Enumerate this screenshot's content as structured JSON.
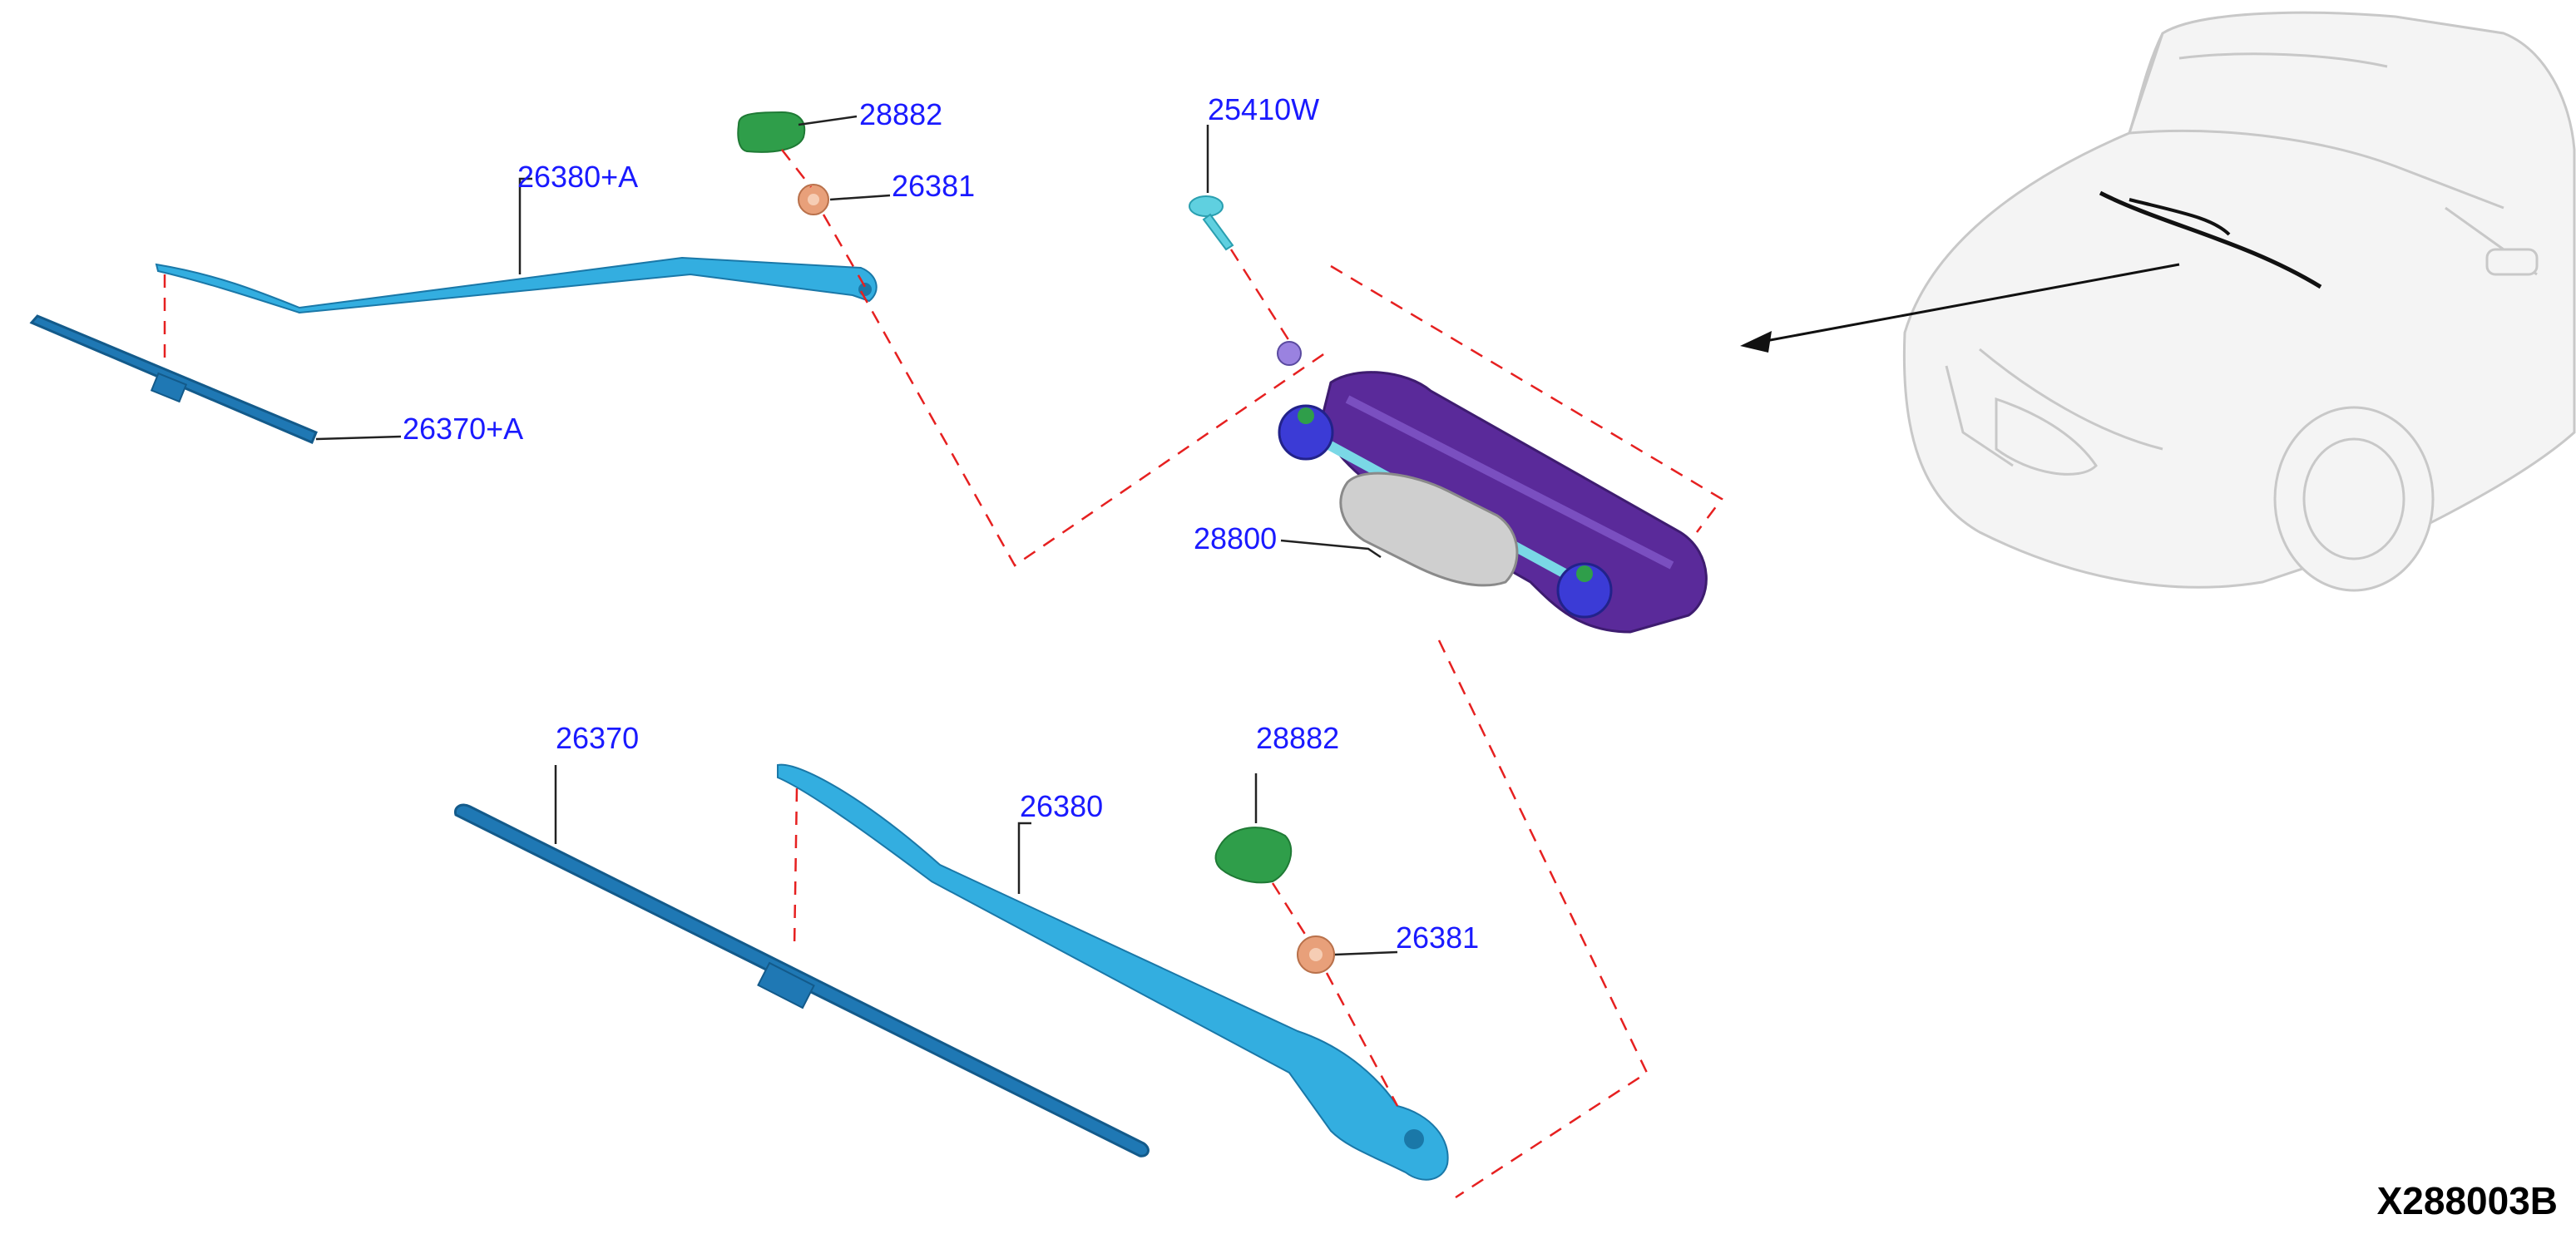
{
  "diagram": {
    "figure_code": "X288003B",
    "colors": {
      "callout_text": "#1a1aff",
      "assembly_dash": "#e62020",
      "wiper_arm": "#33aee0",
      "wiper_blade": "#1f78b4",
      "pivot_cap": "#2f9e4a",
      "nut": "#e8a07a",
      "bolt": "#5fd0e0",
      "motor_frame": "#5a2a9a",
      "motor_body": "#cfcfcf",
      "pivot_bushing": "#3b3bd6"
    },
    "callouts": [
      {
        "id": "c1",
        "label": "28882"
      },
      {
        "id": "c2",
        "label": "26380+A"
      },
      {
        "id": "c3",
        "label": "26381"
      },
      {
        "id": "c4",
        "label": "26370+A"
      },
      {
        "id": "c5",
        "label": "25410W"
      },
      {
        "id": "c6",
        "label": "28800"
      },
      {
        "id": "c7",
        "label": "26370"
      },
      {
        "id": "c8",
        "label": "26380"
      },
      {
        "id": "c9",
        "label": "28882"
      },
      {
        "id": "c10",
        "label": "26381"
      }
    ],
    "parts": [
      {
        "id": "p1",
        "icon": "pivot-cap-icon"
      },
      {
        "id": "p2",
        "icon": "wiper-arm-icon"
      },
      {
        "id": "p3",
        "icon": "nut-icon"
      },
      {
        "id": "p4",
        "icon": "wiper-blade-icon"
      },
      {
        "id": "p5",
        "icon": "bolt-icon"
      },
      {
        "id": "p6",
        "icon": "wiper-motor-linkage-icon"
      },
      {
        "id": "p7",
        "icon": "vehicle-front-icon"
      }
    ]
  }
}
